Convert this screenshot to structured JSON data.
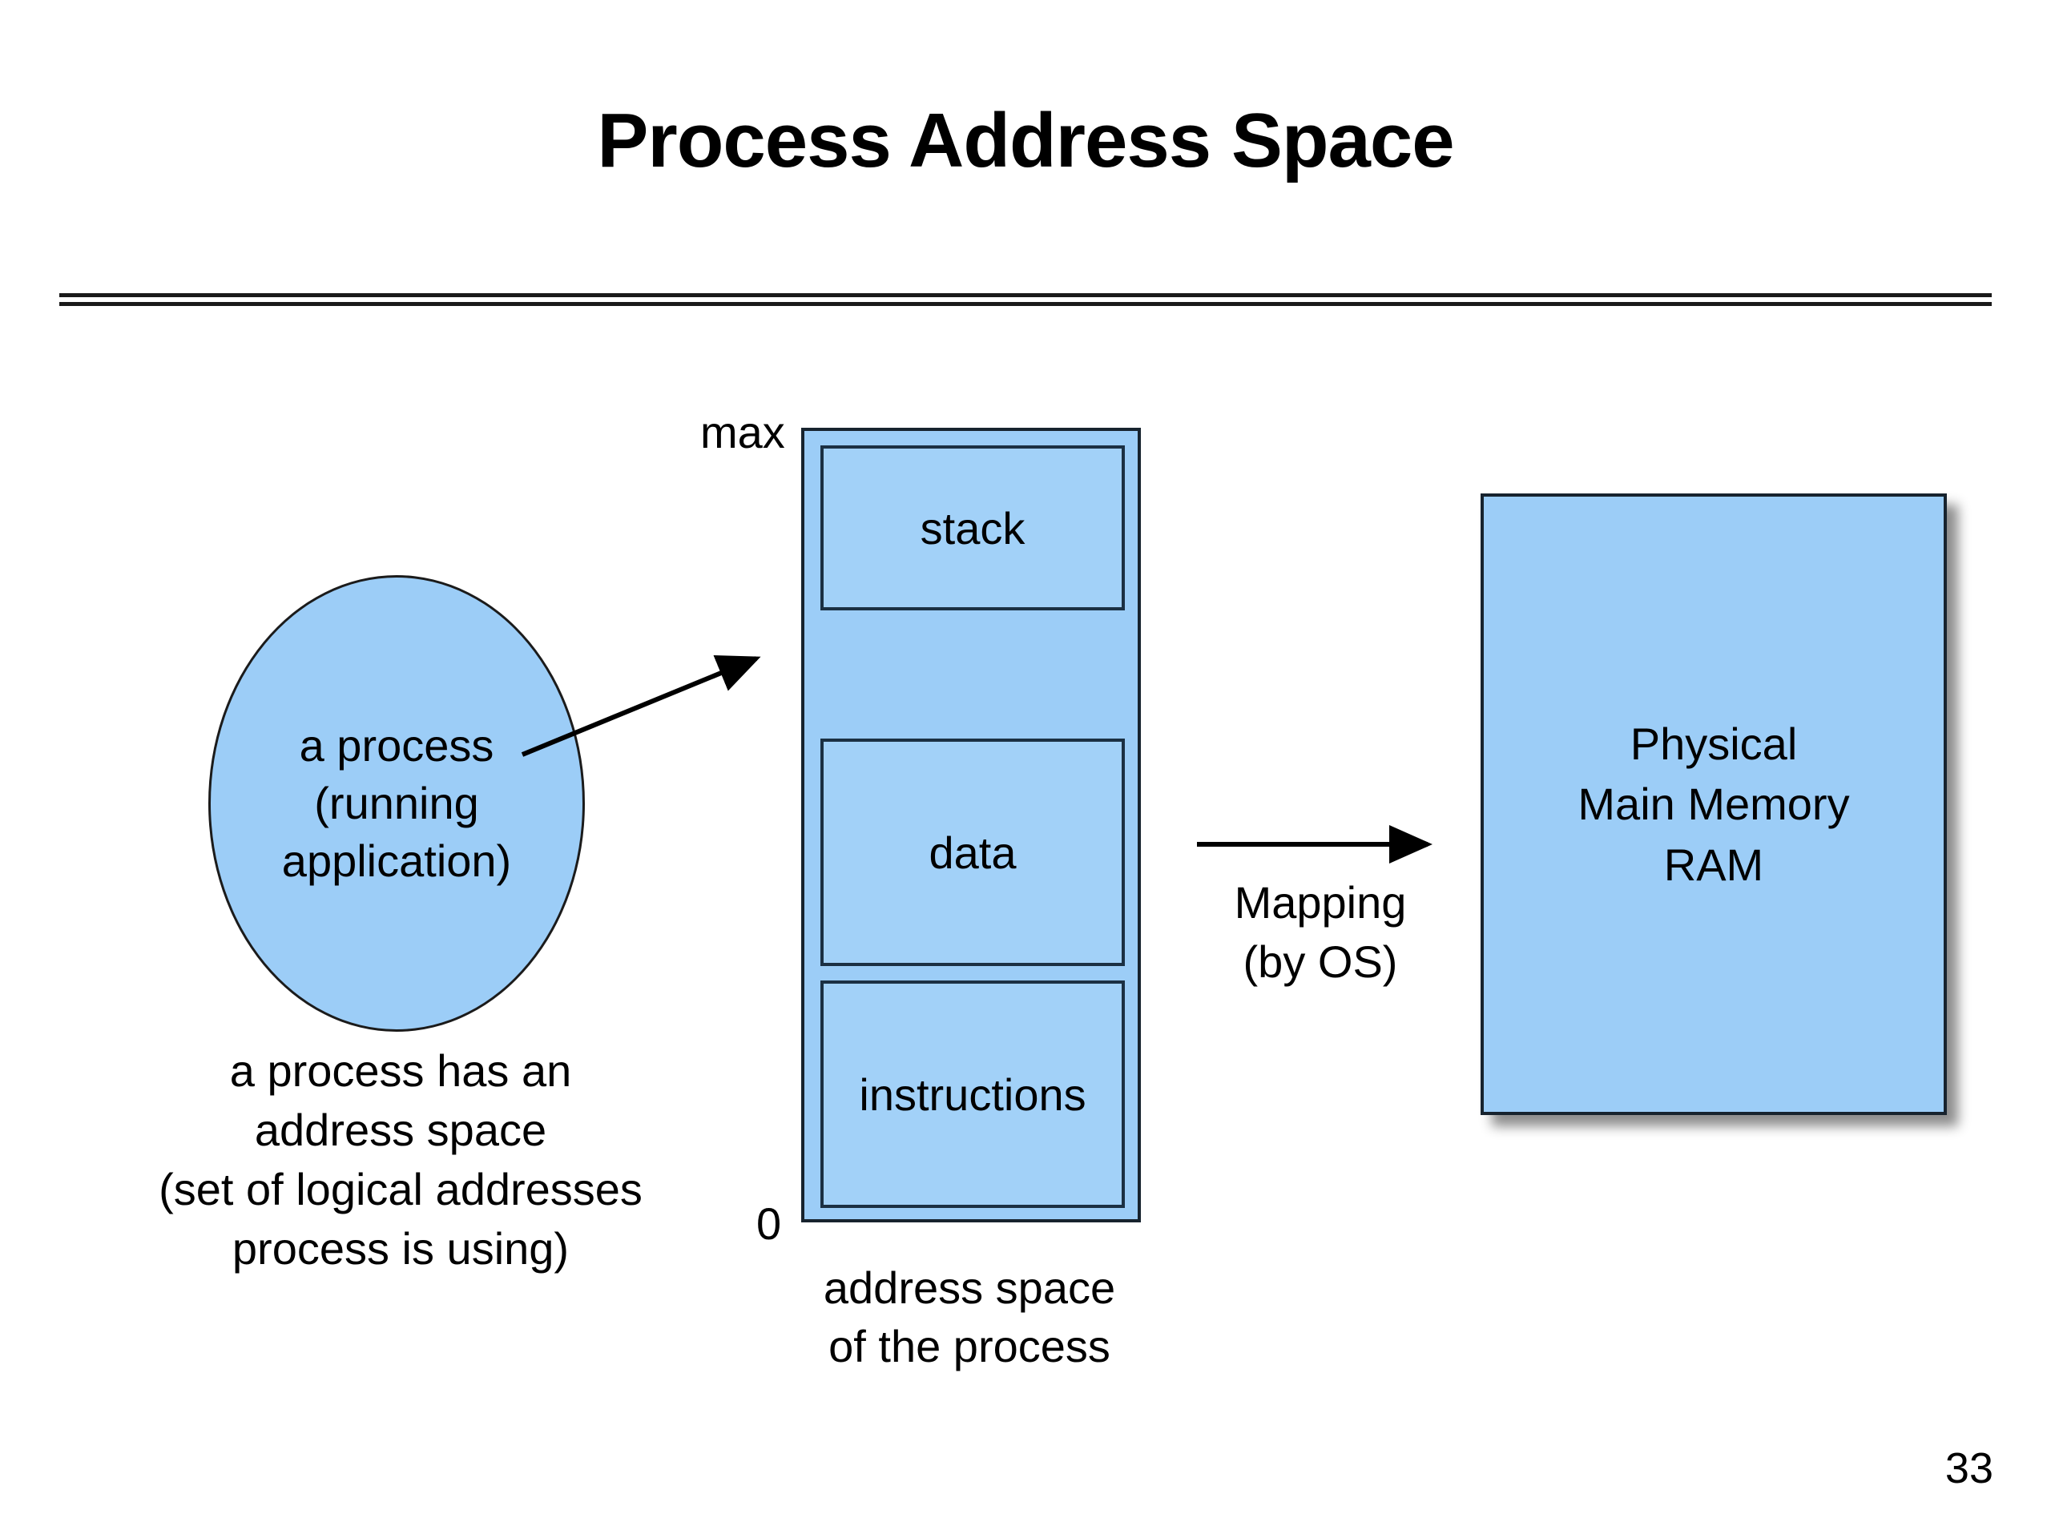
{
  "slide": {
    "title": "Process Address Space",
    "page_number": "33",
    "accent_fill": "#9CCDF7",
    "outline_color": "#17232e",
    "text_color": "#000000"
  },
  "process": {
    "ellipse_lines": [
      "a process",
      "(running",
      "application)"
    ],
    "caption_lines": [
      "a process has an",
      "address space",
      "(set of logical addresses",
      "process is using)"
    ]
  },
  "address_space": {
    "top_label": "max",
    "bottom_label": "0",
    "segments": [
      {
        "name": "stack",
        "label": "stack"
      },
      {
        "name": "data",
        "label": "data"
      },
      {
        "name": "instructions",
        "label": "instructions"
      }
    ],
    "caption_lines": [
      "address space",
      "of the process"
    ]
  },
  "mapping": {
    "label_lines": [
      "Mapping",
      "(by OS)"
    ],
    "arrow_icon": "arrow-right-icon"
  },
  "physical_memory": {
    "lines": [
      "Physical",
      "Main Memory",
      "RAM"
    ]
  },
  "icons": {
    "pointer_arrow": "arrow-diagonal-icon"
  }
}
